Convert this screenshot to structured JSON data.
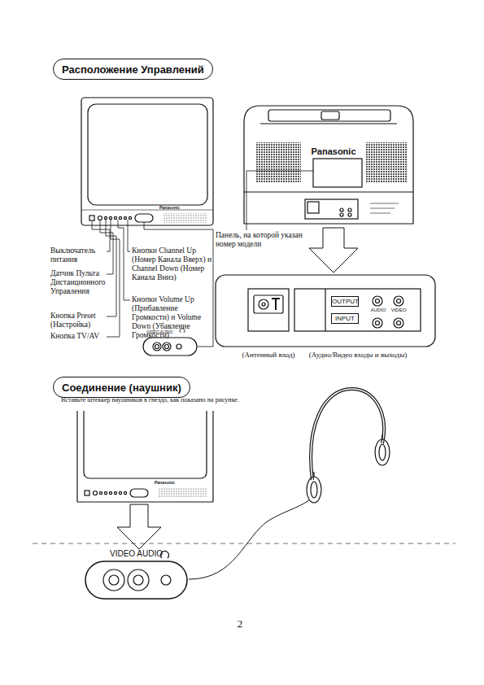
{
  "diagram": {
    "nodes": [
      {
        "text": [
          "Расположение Управлений"
        ]
      },
      {
        "text": [
          "Соединение (наушник)"
        ]
      }
    ],
    "labels": [
      "Выключатель питания",
      "Датчик Пульта Дистанционного Управления",
      "Кнопка Preset (Настройка)",
      "Кнопка TV/AV",
      "Кнопки Channel Up (Номер Канала Вверх) и Channel Down (Номер Канала Вниз)",
      "Кнопки Volume Up (Прибавление Громкости) и Volume Down (Убавление Громкости)",
      "Panasonic",
      "VIDEO AUDIO",
      "Panasonic",
      "Панель, на которой указан номер модели",
      "OUTPUT",
      "INPUT",
      "AUDIO",
      "VIDEO",
      "(Антенный вход)",
      "(Аудио/Видео входы и выходы)",
      "Вставьте штеккер наушников в гнездо, как показано на рисунке.",
      "Panasonic",
      "VIDEO AUDIO",
      "2"
    ]
  }
}
